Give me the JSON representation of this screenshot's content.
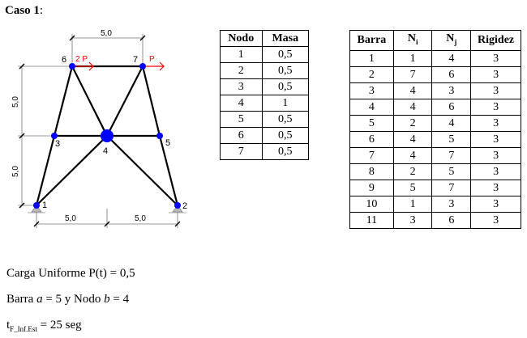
{
  "case_label": "Caso 1",
  "case_colon": ":",
  "diagram": {
    "node_labels": [
      "1",
      "2",
      "3",
      "4",
      "5",
      "6",
      "7"
    ],
    "dimension_labels": {
      "top": "5,0",
      "left_upper": "5,0",
      "left_lower": "5,0",
      "bottom_left": "5,0",
      "bottom_right": "5,0"
    },
    "load_labels": [
      "2 P",
      "P"
    ]
  },
  "nodes_table": {
    "headers": [
      "Nodo",
      "Masa"
    ],
    "rows": [
      [
        "1",
        "0,5"
      ],
      [
        "2",
        "0,5"
      ],
      [
        "3",
        "0,5"
      ],
      [
        "4",
        "1"
      ],
      [
        "5",
        "0,5"
      ],
      [
        "6",
        "0,5"
      ],
      [
        "7",
        "0,5"
      ]
    ]
  },
  "bars_table": {
    "headers": [
      "Barra",
      "Ni",
      "Nj",
      "Rigidez"
    ],
    "rows": [
      [
        "1",
        "1",
        "4",
        "3"
      ],
      [
        "2",
        "7",
        "6",
        "3"
      ],
      [
        "3",
        "4",
        "3",
        "3"
      ],
      [
        "4",
        "4",
        "6",
        "3"
      ],
      [
        "5",
        "2",
        "4",
        "3"
      ],
      [
        "6",
        "4",
        "5",
        "3"
      ],
      [
        "7",
        "4",
        "7",
        "3"
      ],
      [
        "8",
        "2",
        "5",
        "3"
      ],
      [
        "9",
        "5",
        "7",
        "3"
      ],
      [
        "10",
        "1",
        "3",
        "3"
      ],
      [
        "11",
        "3",
        "6",
        "3"
      ]
    ]
  },
  "conditions": {
    "load_text": "Carga Uniforme P(t) = 0,5",
    "bar_prefix": "Barra ",
    "bar_var": "a",
    "bar_value": " = 5 y Nodo ",
    "node_var": "b",
    "node_value": " = 4",
    "t_main": "t",
    "t_sub": "F_Inf.Est",
    "t_value": " = 25 seg"
  },
  "colors": {
    "node": "#0000ff",
    "load": "#ff0000",
    "member": "#000000"
  }
}
